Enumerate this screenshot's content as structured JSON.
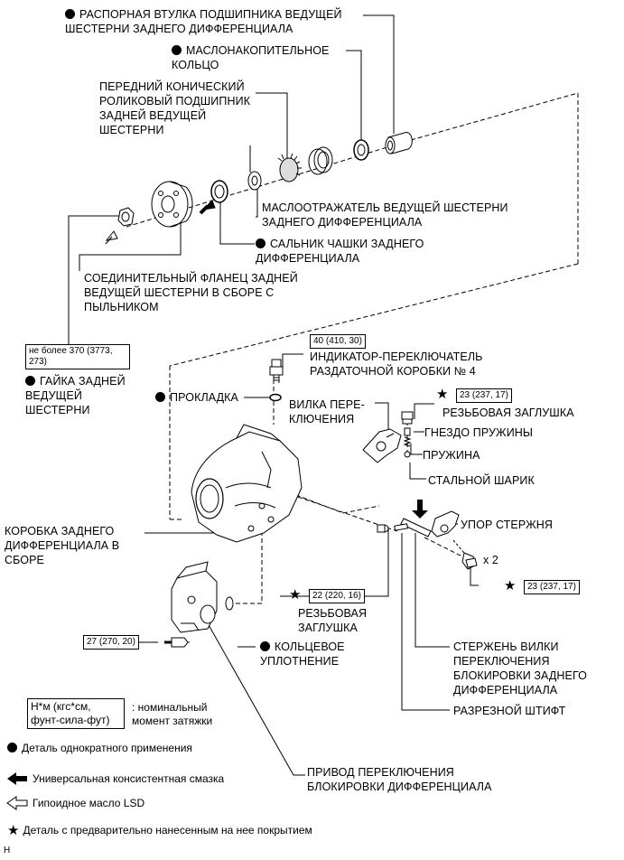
{
  "labels": {
    "spacer": "РАСПОРНАЯ ВТУЛКА ПОДШИПНИКА ВЕДУЩЕЙ\nШЕСТЕРНИ ЗАДНЕГО ДИФФЕРЕНЦИАЛА",
    "oil_ring": "МАСЛОНАКОПИТЕЛЬНОЕ\nКОЛЬЦО",
    "front_bearing": "ПЕРЕДНИЙ КОНИЧЕСКИЙ\nРОЛИКОВЫЙ ПОДШИПНИК\nЗАДНЕЙ ВЕДУЩЕЙ\nШЕСТЕРНИ",
    "oil_slinger": "МАСЛООТРАЖАТЕЛЬ ВЕДУЩЕЙ ШЕСТЕРНИ\nЗАДНЕГО ДИФФЕРЕНЦИАЛА",
    "oil_seal": "САЛЬНИК ЧАШКИ ЗАДНЕГО\nДИФФЕРЕНЦИАЛА",
    "flange": "СОЕДИНИТЕЛЬНЫЙ ФЛАНЕЦ ЗАДНЕЙ\nВЕДУЩЕЙ ШЕСТЕРНИ В СБОРЕ С\nПЫЛЬНИКОМ",
    "nut": "ГАЙКА ЗАДНЕЙ\nВЕДУЩЕЙ\nШЕСТЕРНИ",
    "indicator": "ИНДИКАТОР-ПЕРЕКЛЮЧАТЕЛЬ\nРАЗДАТОЧНОЙ КОРОБКИ № 4",
    "gasket": "ПРОКЛАДКА",
    "fork": "ВИЛКА ПЕРЕ-\nКЛЮЧЕНИЯ",
    "plug_top": "РЕЗЬБОВАЯ ЗАГЛУШКА",
    "spring_seat": "ГНЕЗДО ПРУЖИНЫ",
    "spring": "ПРУЖИНА",
    "ball": "СТАЛЬНОЙ ШАРИК",
    "housing": "КОРОБКА ЗАДНЕГО\nДИФФЕРЕНЦИАЛА В\nСБОРЕ",
    "stopper": "УПОР СТЕРЖНЯ",
    "x2": "x 2",
    "plug_bottom": "РЕЗЬБОВАЯ\nЗАГЛУШКА",
    "o_ring": "КОЛЬЦЕВОЕ\nУПЛОТНЕНИЕ",
    "shaft": "СТЕРЖЕНЬ ВИЛКИ\nПЕРЕКЛЮЧЕНИЯ\nБЛОКИРОВКИ ЗАДНЕГО\nДИФФЕРЕНЦИАЛА",
    "pin": "РАЗРЕЗНОЙ ШТИФТ",
    "actuator": "ПРИВОД ПЕРЕКЛЮЧЕНИЯ\nБЛОКИРОВКИ ДИФФЕРЕНЦИАЛА"
  },
  "torques": {
    "nut": "не более 370 (3773,\n273)",
    "indicator": "40 (410, 30)",
    "plug_top": "23 (237, 17)",
    "stopper": "23 (237, 17)",
    "plug_bottom": "22 (220, 16)",
    "actuator_bolt": "27 (270, 20)"
  },
  "legend": {
    "torque_unit": "Н*м (кгс*см,\nфунт-сила-фут)",
    "torque_desc": ": номинальный\nмомент затяжки",
    "non_reusable": "Деталь однократного применения",
    "grease": "Универсальная консистентная смазка",
    "lsd_oil": "Гипоидное масло LSD",
    "precoated": "Деталь с предварительно нанесенным на нее покрытием"
  },
  "corner_code": "H"
}
